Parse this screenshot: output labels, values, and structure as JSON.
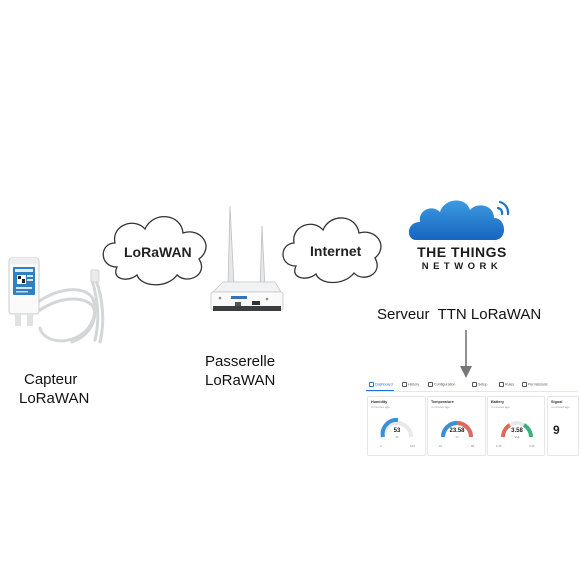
{
  "labels": {
    "sensor": [
      "Capteur",
      "LoRaWAN"
    ],
    "gateway": [
      "Passerelle",
      "LoRaWAN"
    ],
    "server": "Serveur  TTN LoRaWAN"
  },
  "clouds": {
    "left": "LoRaWAN",
    "right": "Internet"
  },
  "ttn_logo": {
    "line1": "THE THINGS",
    "line2": "NETWORK"
  },
  "dashboard": {
    "tabs": [
      "Dashboard",
      "History",
      "Configuration",
      "Setup",
      "Rules",
      "Permissions"
    ],
    "active_tab": "Dashboard",
    "cards": [
      {
        "title": "Humidity",
        "subtitle": "4 minutes ago",
        "value": "53",
        "unit": "%",
        "min": "0",
        "max": "100",
        "color": "#3b8fd6"
      },
      {
        "title": "Temperature",
        "subtitle": "4 minutes ago",
        "value": "23.58",
        "unit": "°C",
        "min": "-40",
        "max": "85",
        "color": "#e06a5a"
      },
      {
        "title": "Battery",
        "subtitle": "4 minutes ago",
        "value": "3.58",
        "unit": "Volt",
        "min": "2.00",
        "max": "3.60",
        "color": "#3fae7a"
      },
      {
        "title": "Signal",
        "subtitle": "4 minutes ago",
        "value": "9"
      }
    ]
  },
  "colors": {
    "cloud_blue_dark": "#1565c0",
    "cloud_blue_light": "#3d9be0",
    "arrow": "#777777"
  }
}
